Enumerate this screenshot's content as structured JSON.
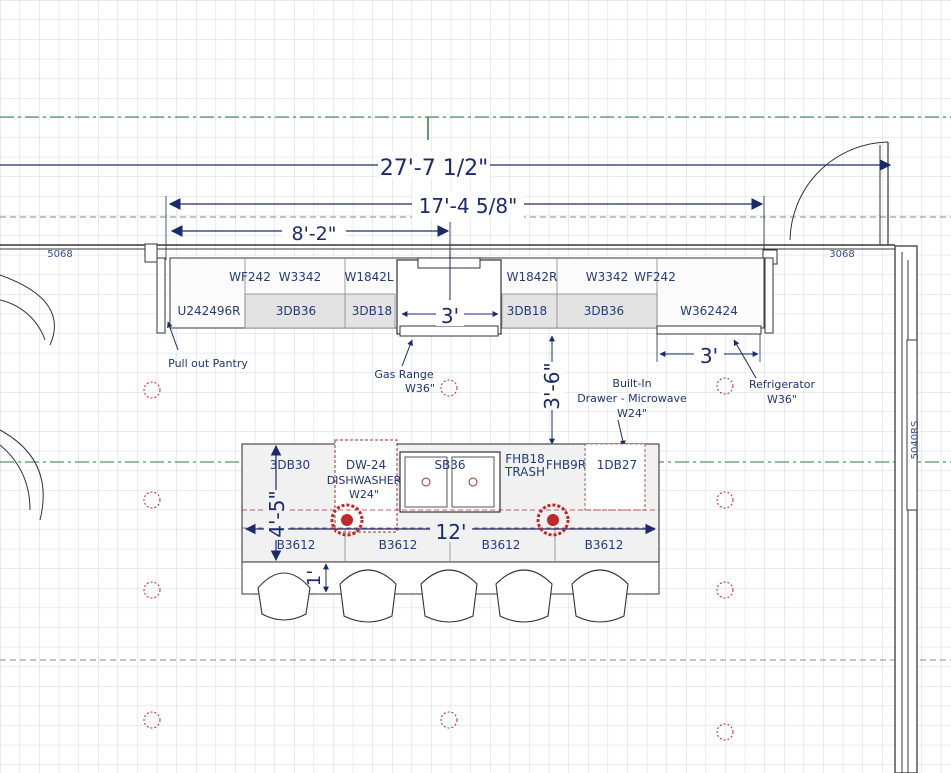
{
  "dimensions": {
    "overall": "27'-7 1/2\"",
    "wall_run": "17'-4 5/8\"",
    "left_run": "8'-2\"",
    "range_width": "3'",
    "fridge_width": "3'",
    "aisle": "3'-6\"",
    "island_length": "12'",
    "island_depth": "4'-5\"",
    "overhang": "1'"
  },
  "openings": {
    "left_door": "5068",
    "right_door": "3068",
    "window": "5040RS"
  },
  "wall_cabinets": {
    "upper": [
      "WF242",
      "W3342",
      "W1842L",
      "W1842R",
      "W3342",
      "WF242"
    ],
    "lower": [
      "U242496R",
      "3DB36",
      "3DB18",
      "3DB18",
      "3DB36",
      "W362424"
    ]
  },
  "island": {
    "back": [
      "3DB30",
      "DW-24",
      "SB36",
      "FHB18",
      "FHB9R",
      "1DB27"
    ],
    "trash": "TRASH",
    "front": [
      "B3612",
      "B3612",
      "B3612",
      "B3612"
    ]
  },
  "notes": {
    "pantry": "Pull out Pantry",
    "range_1": "Gas Range",
    "range_2": "W36\"",
    "microwave_1": "Built-In",
    "microwave_2": "Drawer - Microwave",
    "microwave_3": "W24\"",
    "fridge_1": "Refrigerator",
    "fridge_2": "W36\"",
    "dishwasher_1": "DISHWASHER",
    "dishwasher_2": "W24\""
  },
  "colors": {
    "grid": "#d3d6e2",
    "dimension": "#1a2a6c",
    "wall": "#3a3a3a",
    "fixture": "#c0282b",
    "centerline": "#2f7a3a"
  }
}
